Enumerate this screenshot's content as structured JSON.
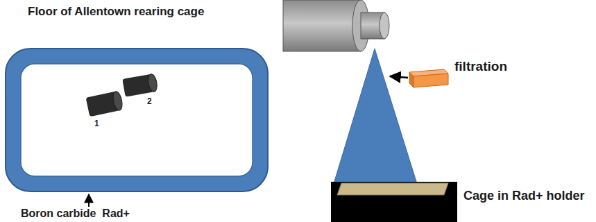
{
  "diagram": {
    "labels": [
      "Floor of Allentown rearing cage",
      "1",
      "2",
      "Boron carbide  Rad+",
      "filtration",
      "Cage in Rad+ holder"
    ]
  }
}
